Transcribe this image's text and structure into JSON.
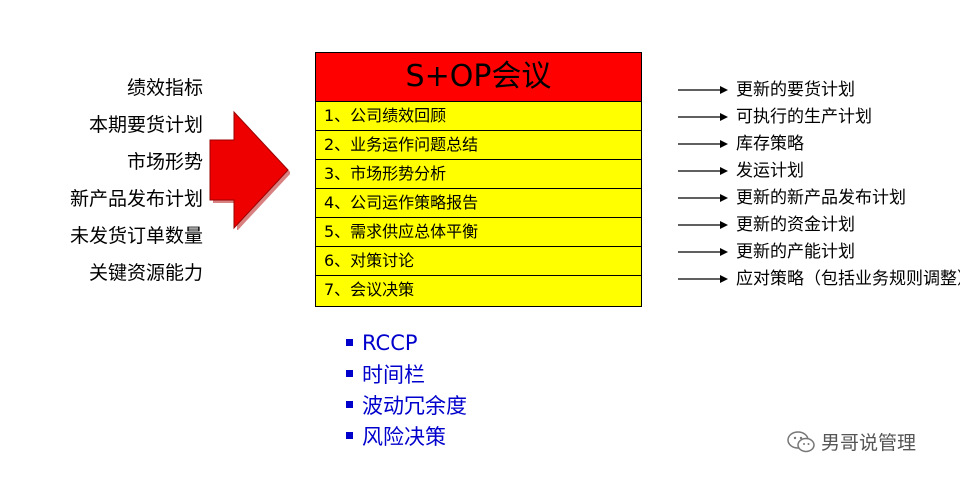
{
  "inputs": [
    "绩效指标",
    "本期要货计划",
    "市场形势",
    "新产品发布计划",
    "未发货订单数量",
    "关键资源能力"
  ],
  "meeting": {
    "title": "S+OP会议",
    "agenda": [
      "1、公司绩效回顾",
      "2、业务运作问题总结",
      "3、市场形势分析",
      "4、公司运作策略报告",
      "5、需求供应总体平衡",
      "6、对策讨论",
      "7、会议决策"
    ]
  },
  "outputs": [
    "更新的要货计划",
    "可执行的生产计划",
    "库存策略",
    "发运计划",
    "更新的新产品发布计划",
    "更新的资金计划",
    "更新的产能计划",
    "应对策略（包括业务规则调整）"
  ],
  "tools": [
    "RCCP",
    "时间栏",
    "波动冗余度",
    "风险决策"
  ],
  "watermark": "男哥说管理",
  "colors": {
    "title_bg": "#ff0000",
    "agenda_bg": "#ffff00",
    "arrow_fill": "#ee0000",
    "tools_text": "#0000cc"
  }
}
